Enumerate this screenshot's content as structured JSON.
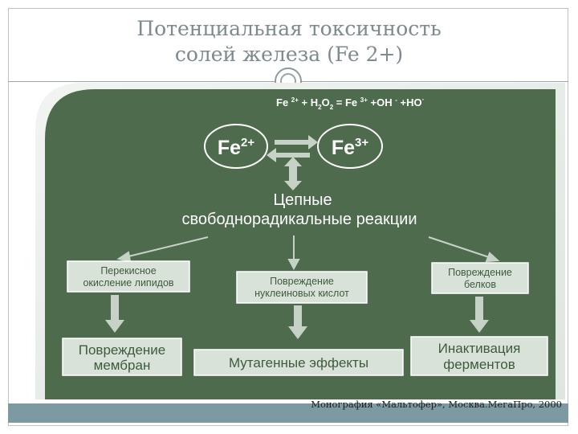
{
  "slide": {
    "title_line1": "Потенциальная токсичность",
    "title_line2": "солей железа (Fe 2+)",
    "footnote": "Монография «Мальтофер», Москва.МегаПро, 2000"
  },
  "diagram": {
    "reaction": {
      "fe2_ion": "Fe 2+ + H",
      "h2o2": "2O2 = ",
      "fe3_ion": "Fe 3+",
      "products": " +OH - +HO·"
    },
    "node_fe2": "Fe2+",
    "node_fe3": "Fe3+",
    "chain_line1": "Цепные",
    "chain_line2": "свободнорадикальные реакции",
    "box_lipid_line1": "Перекисное",
    "box_lipid_line2": "окисление липидов",
    "box_nucleic_line1": "Повреждение",
    "box_nucleic_line2": "нуклеиновых кислот",
    "box_protein_line1": "Повреждение",
    "box_protein_line2": "белков",
    "result_membrane_line1": "Повреждение",
    "result_membrane_line2": "мембран",
    "result_mutagenic": "Мутагенные эффекты",
    "result_enzyme_line1": "Инактивация",
    "result_enzyme_line2": "ферментов"
  },
  "colors": {
    "panel": "#4e6b4e",
    "box_fill": "#d9e2d9",
    "arrow": "#c7d2c7",
    "text_light": "#ffffff",
    "text_dark": "#3e5a3e"
  }
}
